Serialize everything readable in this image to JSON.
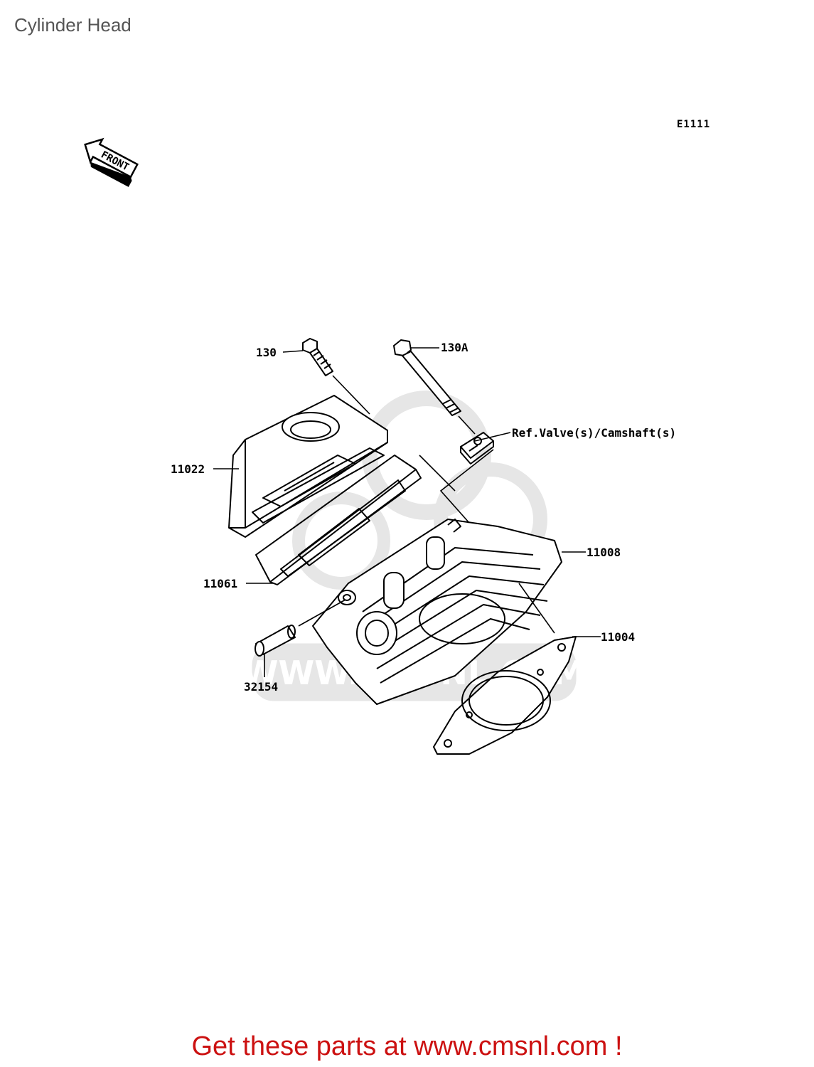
{
  "page": {
    "title": "Cylinder Head",
    "diagram_code": "E1111",
    "front_label": "FRONT",
    "watermark": "WWW.CMSNL.COM",
    "footer": "Get these parts at www.cmsnl.com !"
  },
  "parts": [
    {
      "number": "130",
      "name": "bolt"
    },
    {
      "number": "130A",
      "name": "bolt"
    },
    {
      "number": "Ref.Valve(s)/Camshaft(s)",
      "name": "reference"
    },
    {
      "number": "11022",
      "name": "cover-head"
    },
    {
      "number": "11008",
      "name": "head-cylinder"
    },
    {
      "number": "11061",
      "name": "gasket-cover"
    },
    {
      "number": "11004",
      "name": "gasket-head"
    },
    {
      "number": "32154",
      "name": "pipe"
    }
  ],
  "colors": {
    "footer": "#cc1111",
    "title": "#555555",
    "watermark": "#e6e6e6"
  }
}
